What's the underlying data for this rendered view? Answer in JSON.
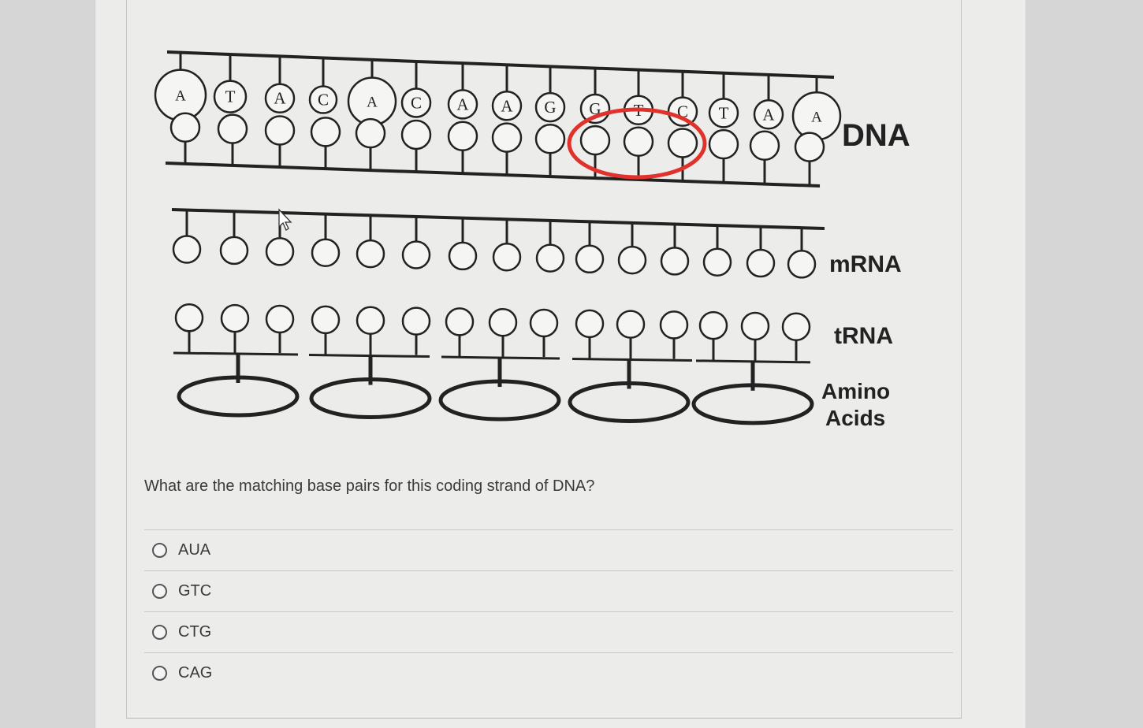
{
  "diagram": {
    "dna_top_bases": [
      "A",
      "T",
      "A",
      "C",
      "A",
      "C",
      "A",
      "A",
      "G",
      "G",
      "T",
      "C",
      "T",
      "A",
      "A"
    ],
    "labels": {
      "dna": "DNA",
      "mrna": "mRNA",
      "trna": "tRNA",
      "amino_line1": "Amino",
      "amino_line2": "Acids"
    },
    "highlight_color": "#e0312b"
  },
  "question": {
    "text": "What are the matching base pairs for this coding strand of DNA?"
  },
  "options": [
    {
      "label": "AUA"
    },
    {
      "label": "GTC"
    },
    {
      "label": "CTG"
    },
    {
      "label": "CAG"
    }
  ]
}
